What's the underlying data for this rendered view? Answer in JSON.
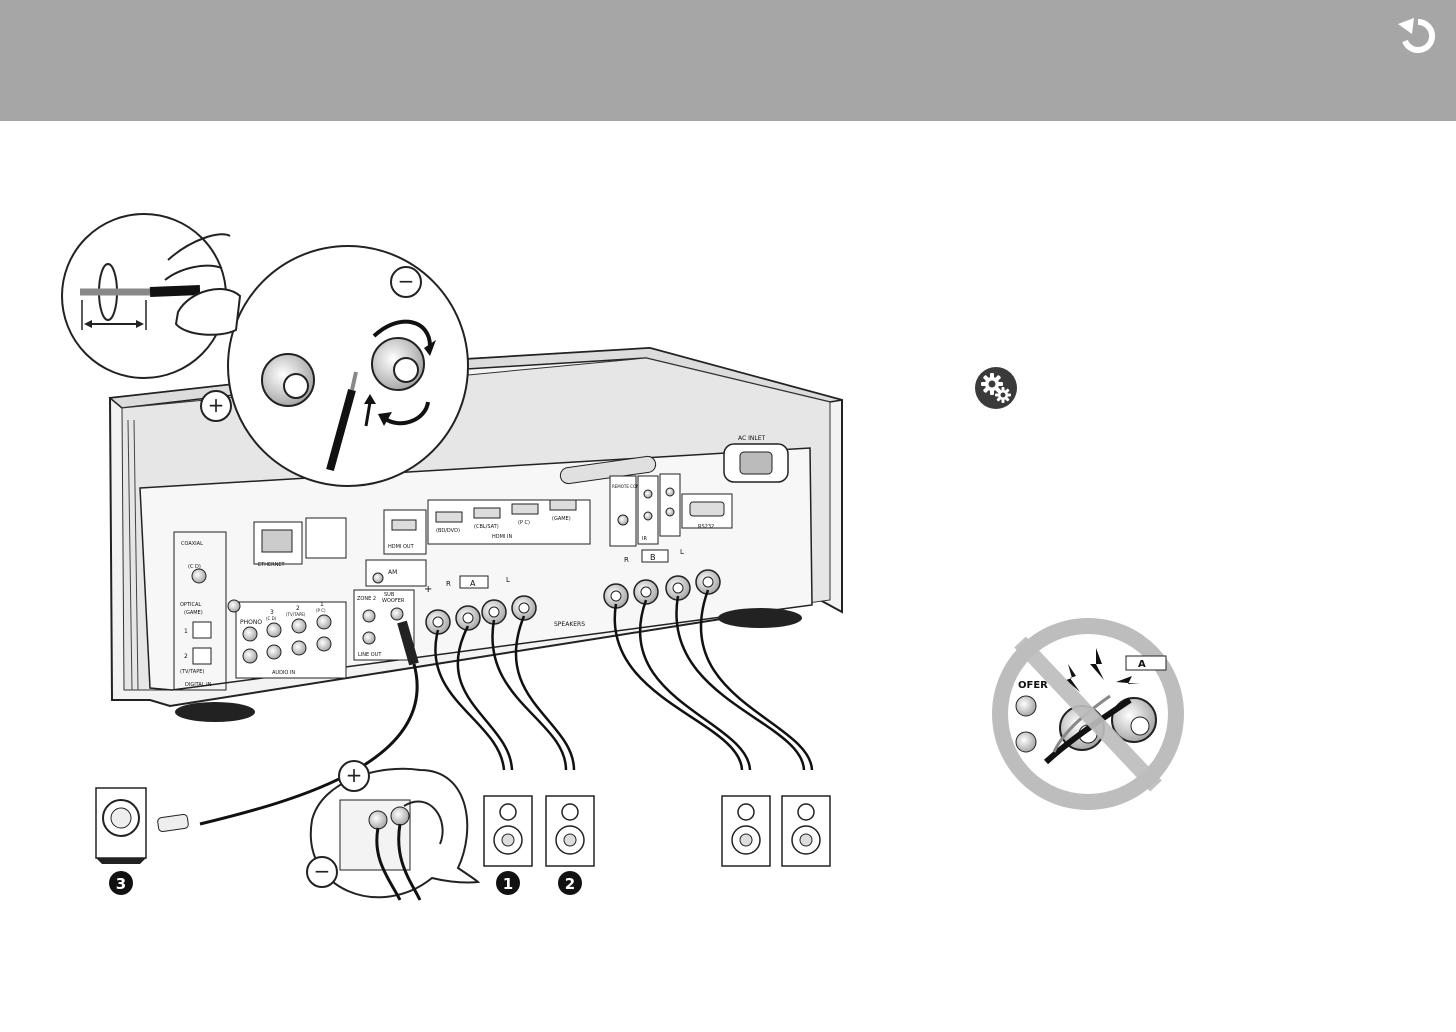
{
  "header": {
    "back_icon": "return-arrow-icon",
    "background": "#a6a6a6"
  },
  "settings": {
    "icon": "gear-icon"
  },
  "receiver": {
    "labels": {
      "coaxial": "COAXIAL",
      "cd": "(C D)",
      "optical": "OPTICAL",
      "game": "(GAME)",
      "opt1": "1",
      "opt2": "2",
      "tv_tape": "(TV/TAPE)",
      "digital_in": "DIGITAL IN",
      "ethernet": "ETHERNET",
      "hdmi_out": "HDMI OUT",
      "hdmi1": "(BD/DVD)",
      "hdmi2": "(CBL/SAT)",
      "hdmi3": "(P C)",
      "hdmi4": "(GAME)",
      "hdmi_in": "HDMI IN",
      "remote_control": "REMOTE CONTROL",
      "ir": "IR",
      "rs232": "RS232",
      "ac_inlet": "AC INLET",
      "am": "AM",
      "phono": "PHONO",
      "audio_in": "AUDIO IN",
      "in3": "3",
      "in3_sub": "(C D)",
      "in2": "2",
      "in2_sub": "(TV/TAPE)",
      "in1": "1",
      "in1_sub": "(P C)",
      "zone2": "ZONE 2",
      "subwoofer_a": "SUB",
      "subwoofer_b": "WOOFER",
      "line_out": "LINE OUT",
      "speakers": "SPEAKERS",
      "spk_a": "A",
      "spk_b": "B",
      "r": "R",
      "l": "L",
      "plus": "+",
      "minus": "−"
    }
  },
  "callouts": {
    "plus": "+",
    "minus": "−",
    "no_fer": "OFER",
    "no_a": "A"
  },
  "markers": {
    "one": "1",
    "two": "2",
    "three": "3"
  }
}
